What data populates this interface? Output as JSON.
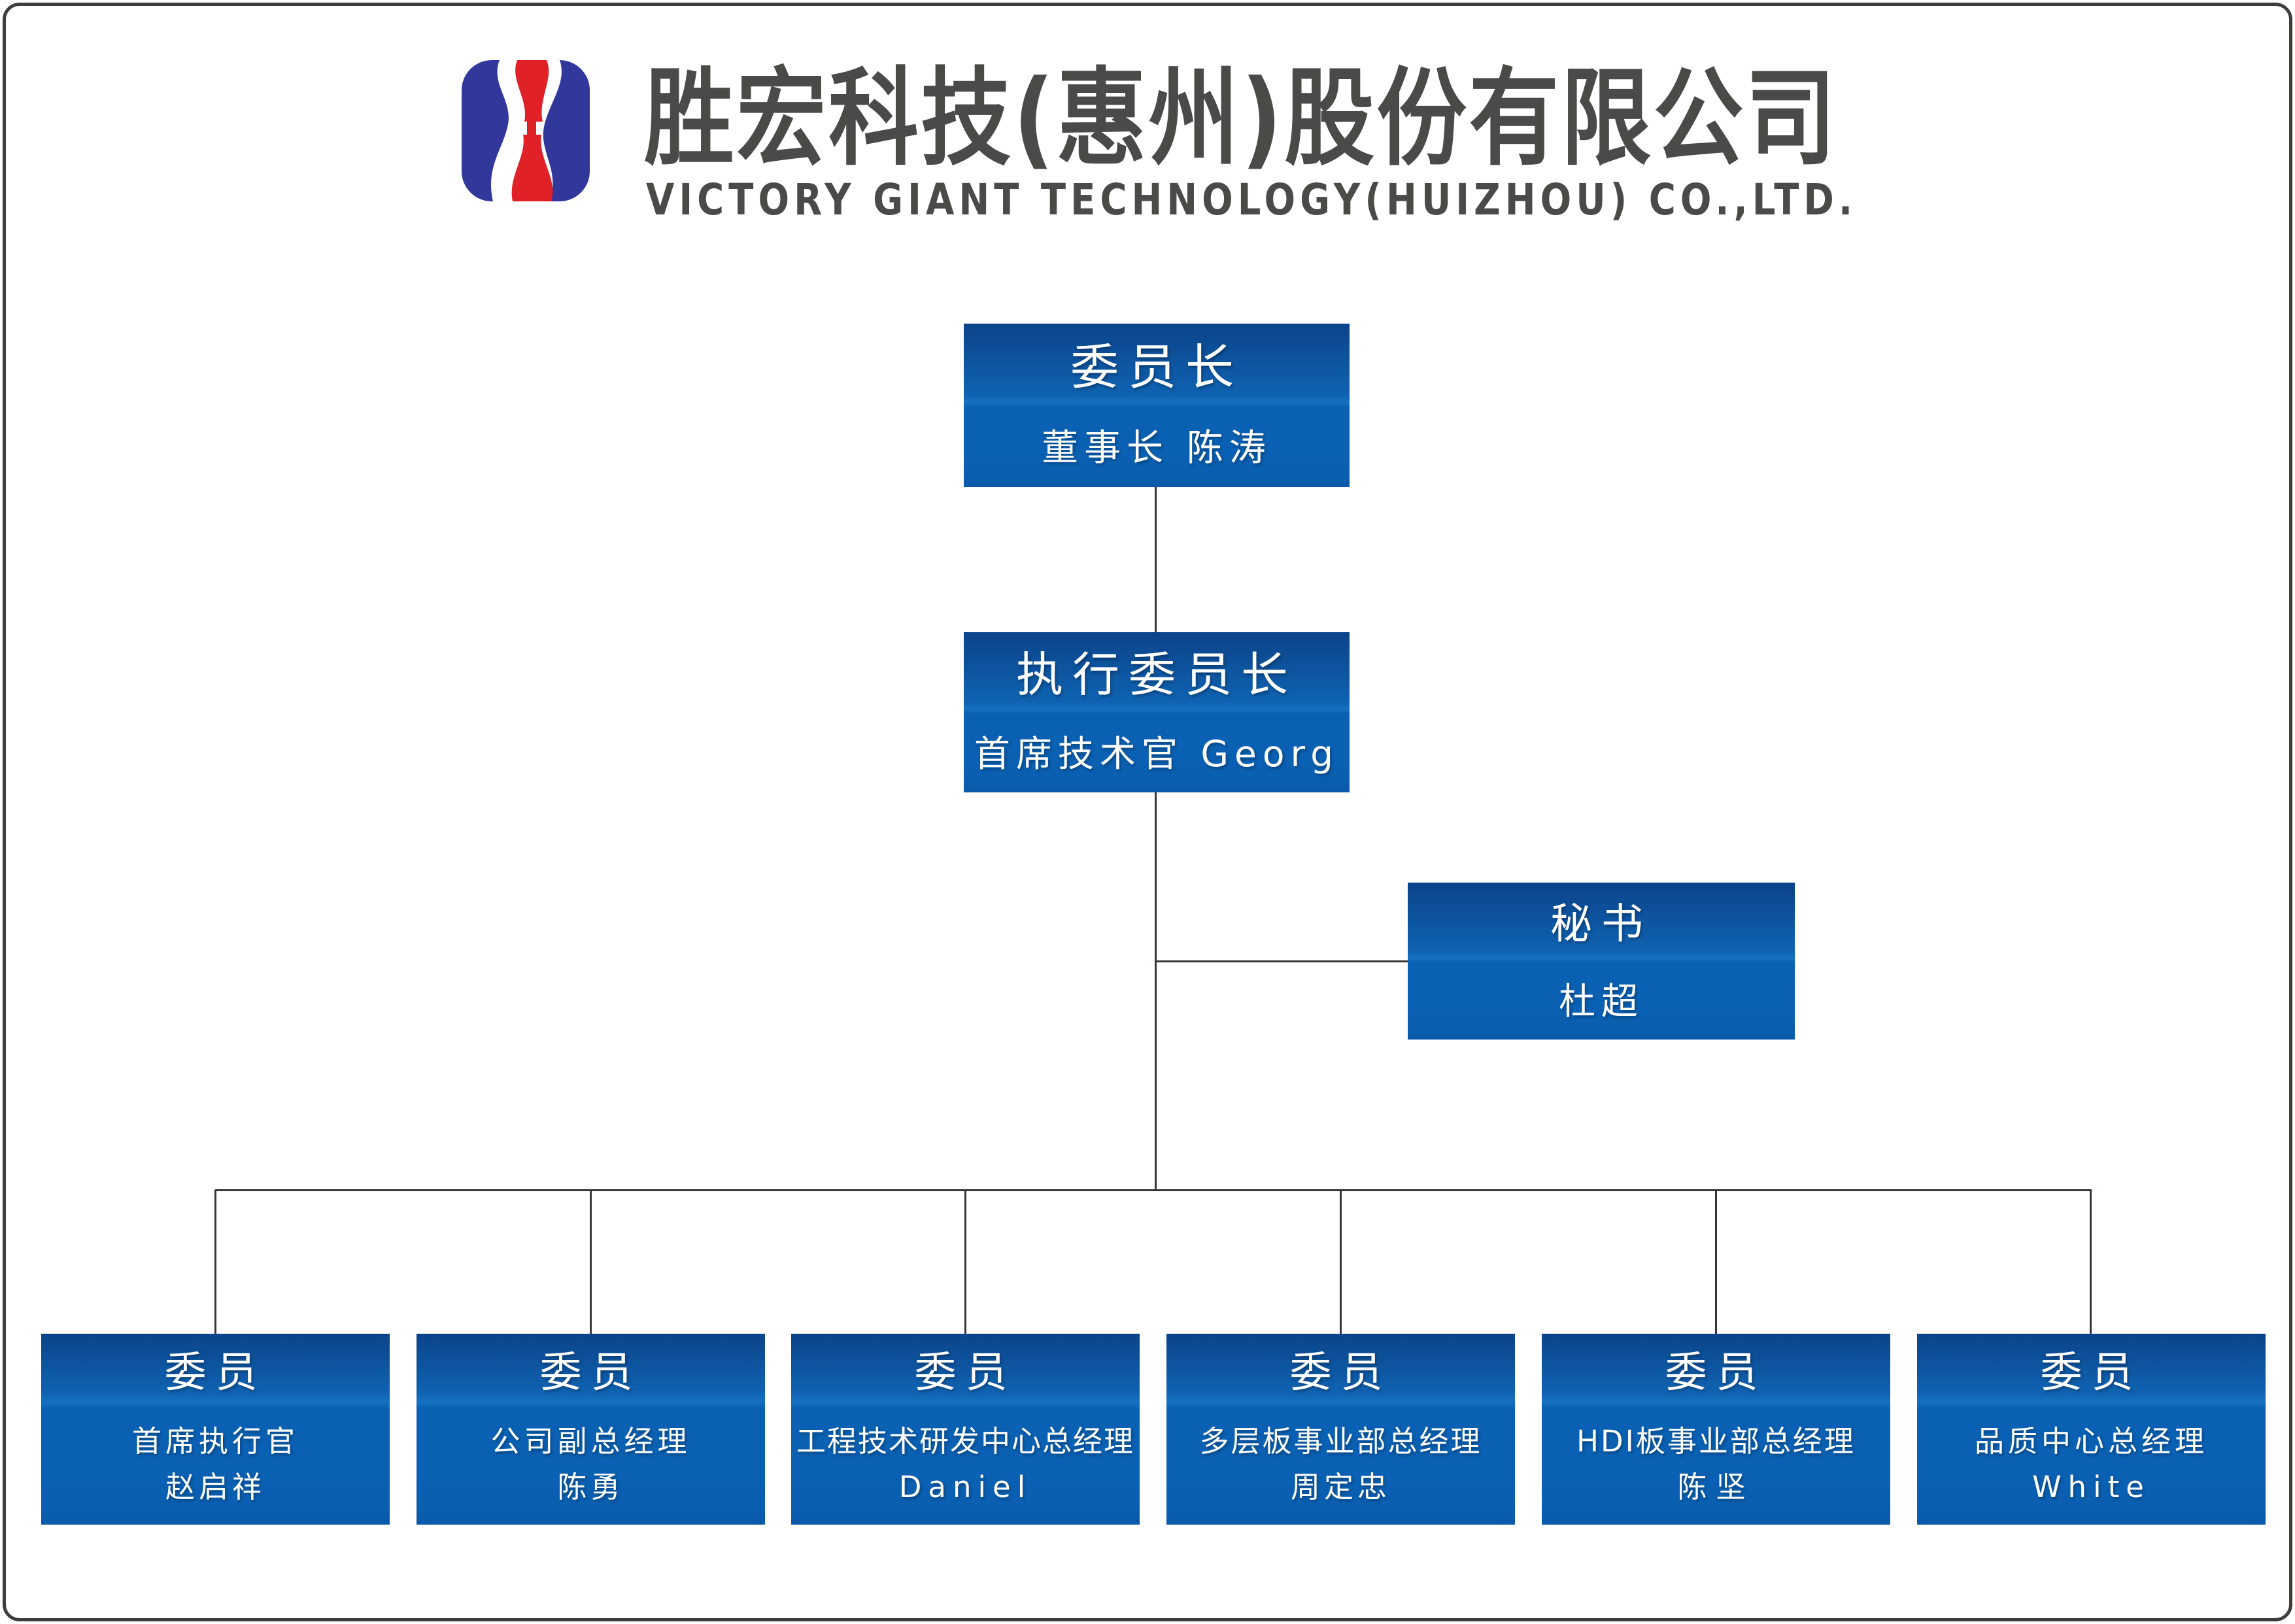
{
  "header": {
    "company_name_zh": "胜宏科技(惠州)股份有限公司",
    "company_name_en": "VICTORY GIANT TECHNOLOGY(HUIZHOU) CO.,LTD.",
    "logo_icon": "victory-giant-s-logo"
  },
  "colors": {
    "box_gradient_top": "#0b4389",
    "box_gradient_light": "#1671c2",
    "box_gradient_bottom": "#0959aa",
    "logo_navy": "#32389b",
    "logo_red": "#e02128",
    "connector_line": "#383431",
    "header_text": "#4a4a48",
    "box_text": "#ffffff"
  },
  "org": {
    "chairman": {
      "title": "委员长",
      "subtitle": "董事长 陈涛"
    },
    "executive": {
      "title": "执行委员长",
      "subtitle": "首席技术官 Georg"
    },
    "secretary": {
      "title": "秘书",
      "subtitle": "杜超"
    },
    "members": [
      {
        "title": "委员",
        "role": "首席执行官",
        "name": "赵启祥"
      },
      {
        "title": "委员",
        "role": "公司副总经理",
        "name": "陈勇"
      },
      {
        "title": "委员",
        "role": "工程技术研发中心总经理",
        "name": "Daniel"
      },
      {
        "title": "委员",
        "role": "多层板事业部总经理",
        "name": "周定忠"
      },
      {
        "title": "委员",
        "role": "HDI板事业部总经理",
        "name": "陈坚"
      },
      {
        "title": "委员",
        "role": "品质中心总经理",
        "name": "White"
      }
    ]
  }
}
